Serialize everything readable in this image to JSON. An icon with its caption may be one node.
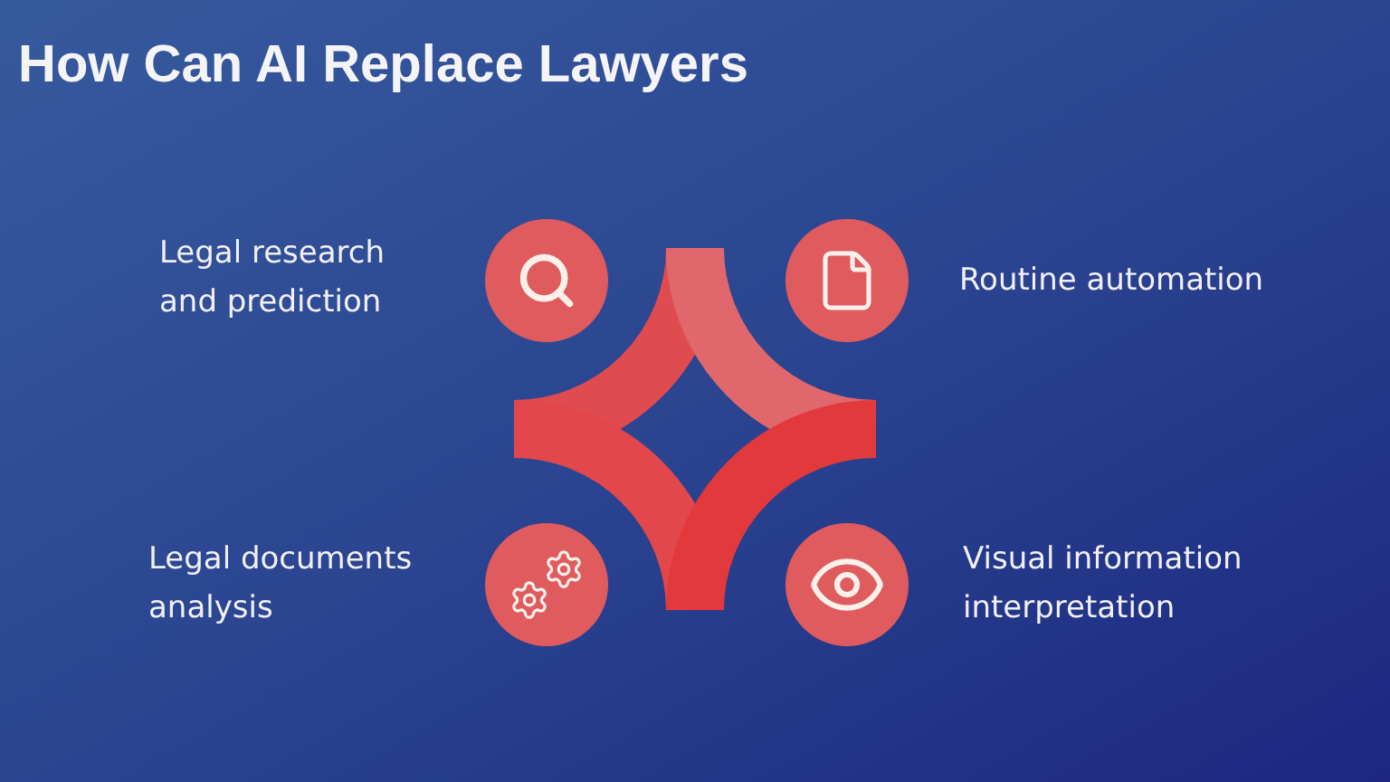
{
  "diagram": {
    "title": "How Can AI Replace Lawyers",
    "nodes": [
      {
        "text": [],
        "shape": "circle",
        "beside": [
          "Legal research and prediction"
        ]
      },
      {
        "text": [],
        "shape": "circle",
        "beside": [
          "Routine automation"
        ]
      },
      {
        "text": [],
        "shape": "circle",
        "beside": [
          "Legal documents analysis"
        ]
      },
      {
        "text": [],
        "shape": "circle",
        "beside": [
          "Visual information interpretation"
        ]
      }
    ]
  }
}
